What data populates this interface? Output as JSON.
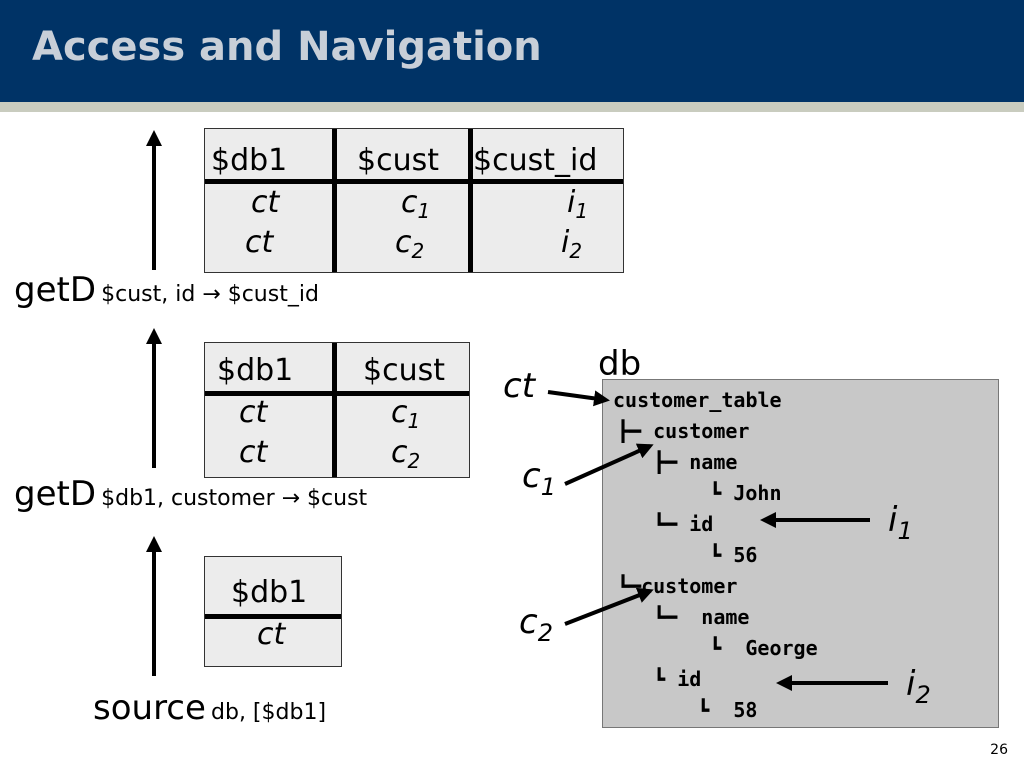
{
  "slide": {
    "title": "Access and Navigation",
    "page_number": "26"
  },
  "operators": {
    "source": {
      "name": "source",
      "args": "db, [$db1]"
    },
    "getd_1": {
      "name": "getD",
      "args": "$db1, customer → $cust"
    },
    "getd_2": {
      "name": "getD",
      "args": "$cust, id → $cust_id"
    }
  },
  "table_1": {
    "header": "$db1",
    "row": "ct"
  },
  "table_2": {
    "headers": [
      "$db1",
      "$cust"
    ],
    "rows": [
      {
        "db1": "ct",
        "cust": "c",
        "cust_sub": "1"
      },
      {
        "db1": "ct",
        "cust": "c",
        "cust_sub": "2"
      }
    ]
  },
  "table_3": {
    "headers": [
      "$db1",
      "$cust",
      "$cust_id"
    ],
    "rows": [
      {
        "db1": "ct",
        "cust": "c",
        "cust_sub": "1",
        "id": "i",
        "id_sub": "1"
      },
      {
        "db1": "ct",
        "cust": "c",
        "cust_sub": "2",
        "id": "i",
        "id_sub": "2"
      }
    ]
  },
  "tree": {
    "label": "db",
    "lines": [
      "customer_table",
      "┣━ customer",
      "   ┣━ name",
      "      ┗ John",
      "   ┗━ id",
      "      ┗ 56",
      "┗━customer",
      "   ┗━  name",
      "      ┗  George",
      "   ┗ id",
      "     ┗  58"
    ]
  },
  "side_labels": {
    "ct": "ct",
    "c1": {
      "base": "c",
      "sub": "1"
    },
    "c2": {
      "base": "c",
      "sub": "2"
    },
    "i1": {
      "base": "i",
      "sub": "1"
    },
    "i2": {
      "base": "i",
      "sub": "2"
    }
  }
}
